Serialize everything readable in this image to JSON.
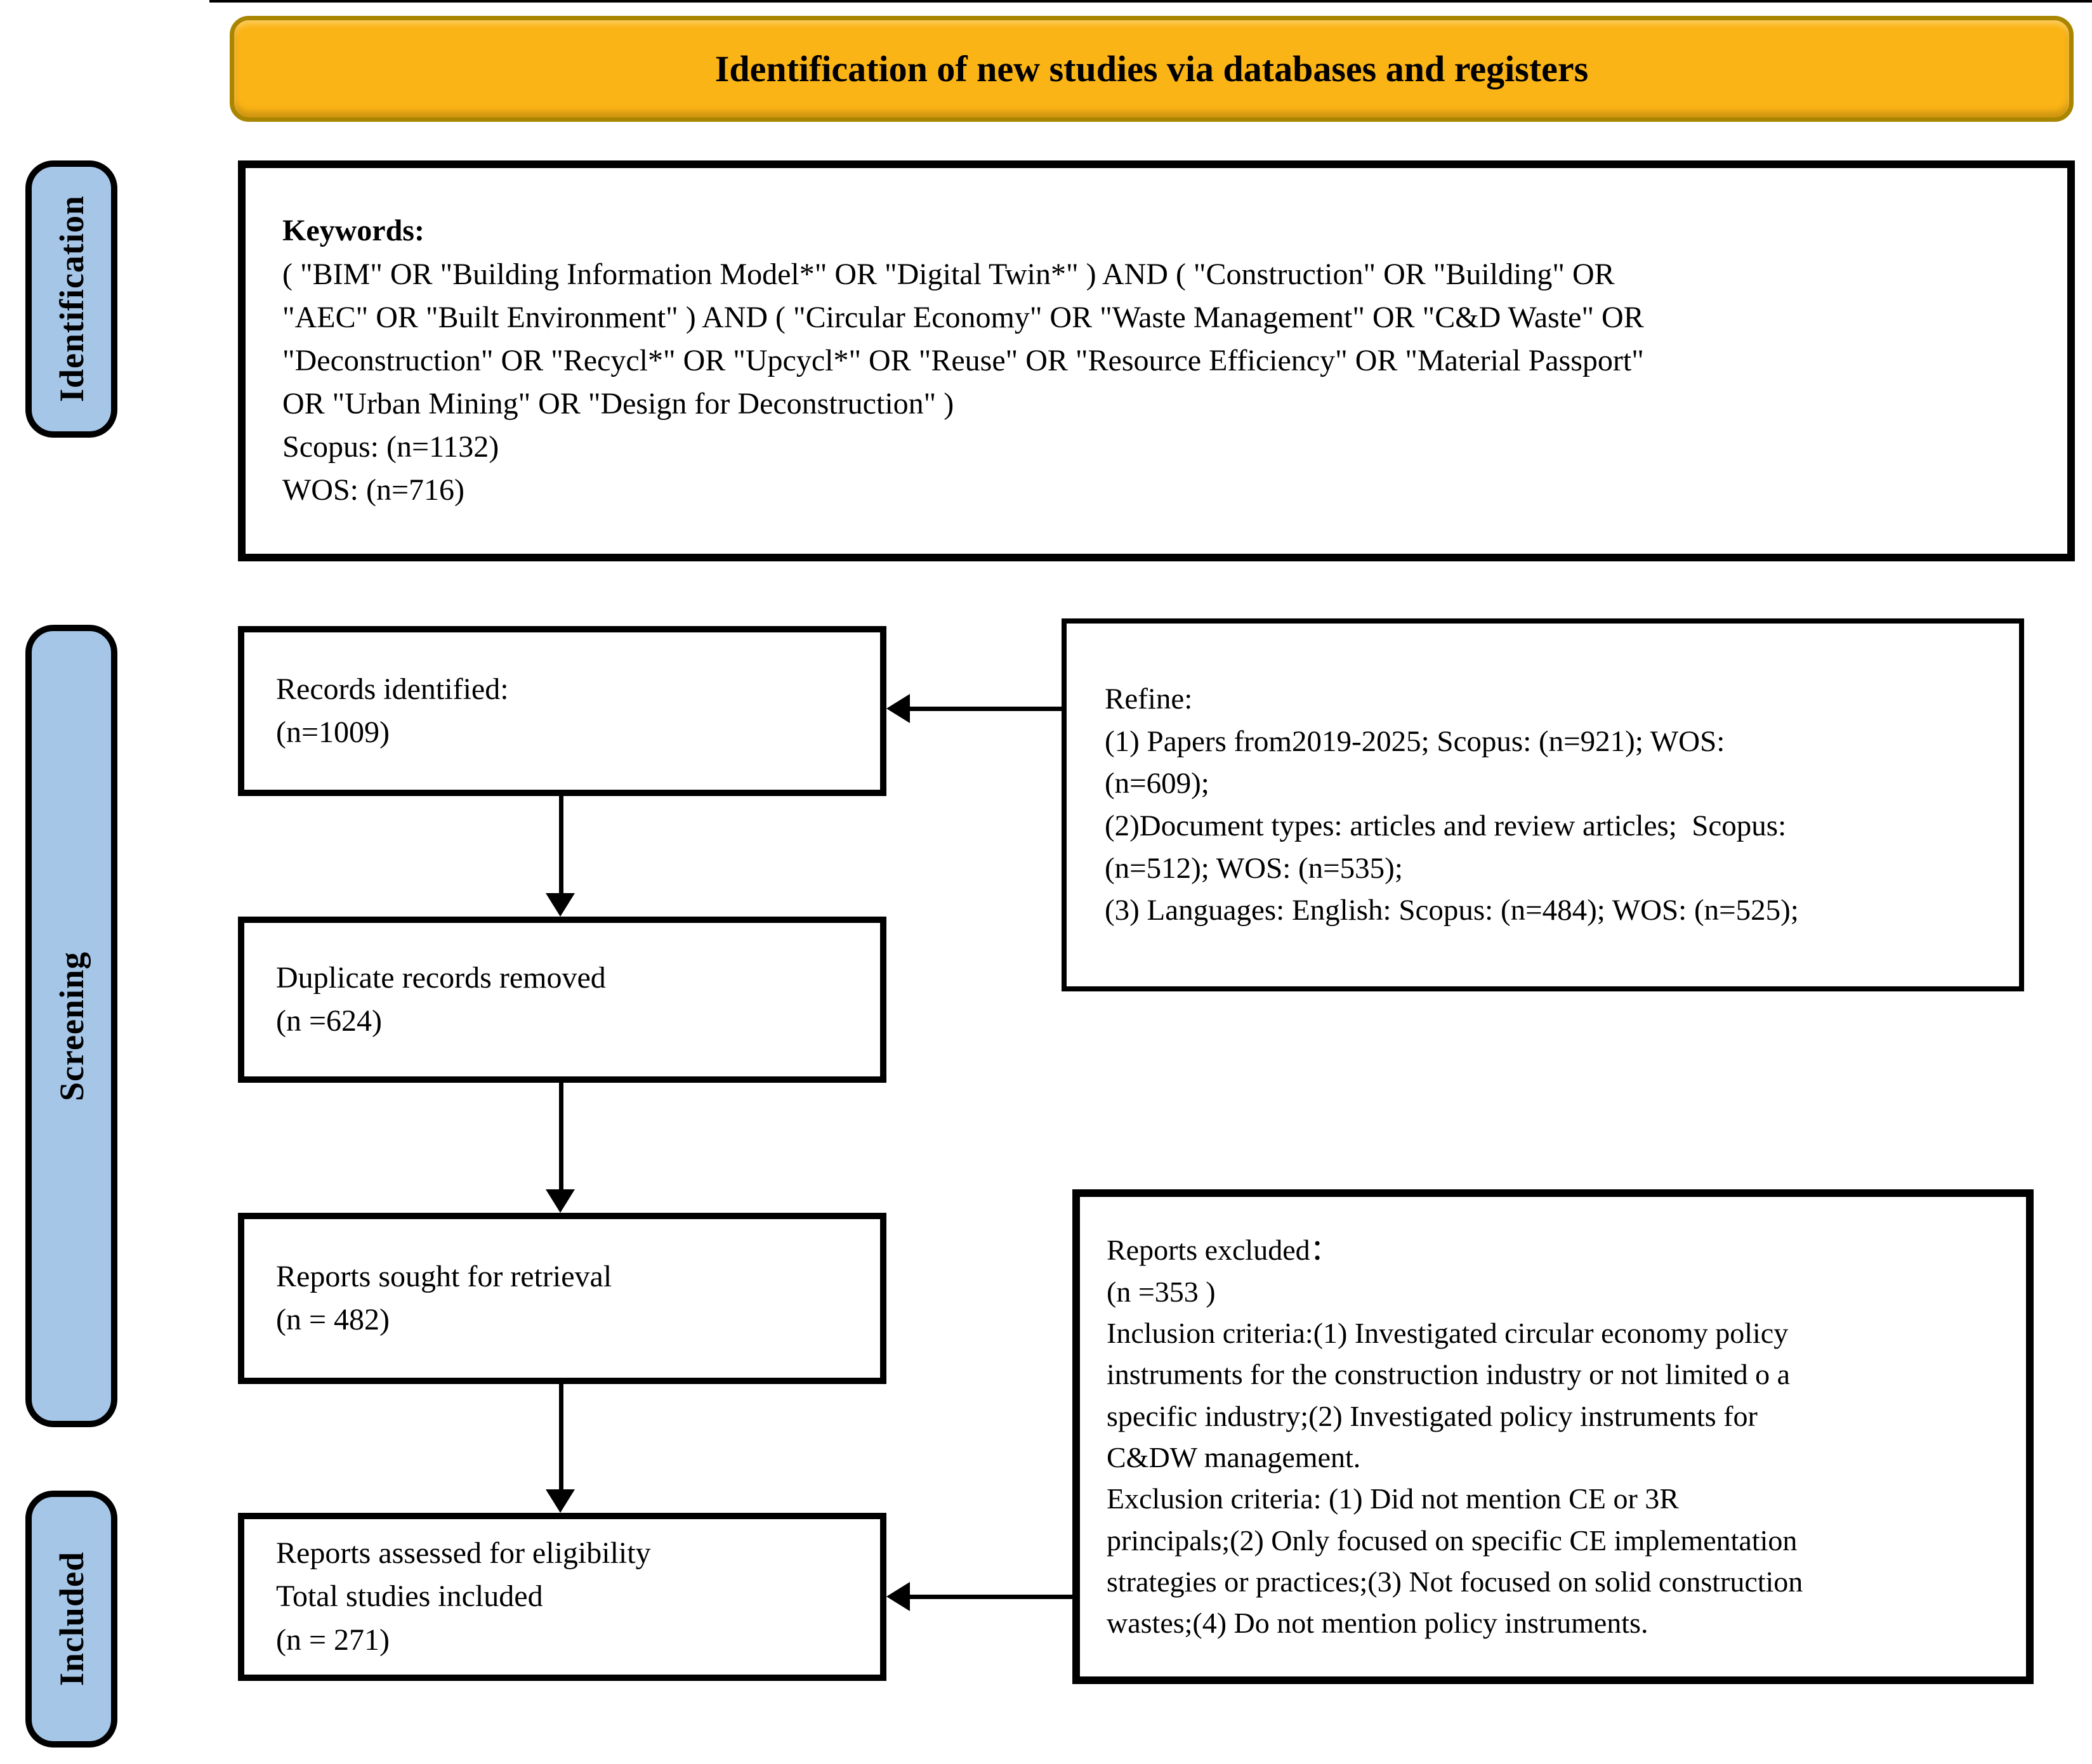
{
  "banner": {
    "title": "Identification of new studies via databases and registers"
  },
  "stages": [
    {
      "label": "Identification"
    },
    {
      "label": "Screening"
    },
    {
      "label": "Included"
    }
  ],
  "boxes": {
    "keywords": {
      "heading": "Keywords:",
      "lines": [
        "( \"BIM\" OR \"Building Information Model*\" OR \"Digital Twin*\" ) AND ( \"Construction\" OR \"Building\" OR",
        "\"AEC\" OR \"Built Environment\" ) AND ( \"Circular Economy\" OR \"Waste Management\" OR \"C&D Waste\" OR",
        "\"Deconstruction\" OR \"Recycl*\" OR \"Upcycl*\" OR \"Reuse\" OR \"Resource Efficiency\" OR \"Material Passport\"",
        "OR \"Urban Mining\" OR \"Design for Deconstruction\" )",
        "Scopus: (n=1132)",
        "WOS: (n=716)"
      ]
    },
    "records": {
      "lines": [
        "Records identified:",
        "(n=1009)"
      ]
    },
    "refine": {
      "lines": [
        "Refine:",
        "(1) Papers from2019-2025; Scopus: (n=921); WOS:",
        "(n=609);",
        "(2)Document types: articles and review articles;  Scopus:",
        "(n=512); WOS: (n=535);",
        "(3) Languages: English: Scopus: (n=484); WOS: (n=525);"
      ]
    },
    "duplicates": {
      "lines": [
        "Duplicate records removed",
        "(n =624)"
      ]
    },
    "sought": {
      "lines": [
        "Reports sought for retrieval",
        "(n = 482)"
      ]
    },
    "assessed": {
      "lines": [
        "Reports assessed for eligibility",
        "Total studies included",
        "(n = 271)"
      ]
    },
    "excluded": {
      "lines": [
        "Reports excluded：",
        "(n =353 )",
        "Inclusion criteria:(1) Investigated circular economy policy",
        "instruments for the construction industry or not limited o a",
        "specific industry;(2) Investigated policy instruments for",
        "C&DW management.",
        "Exclusion criteria: (1) Did not mention CE or 3R",
        "principals;(2) Only focused on specific CE implementation",
        "strategies or practices;(3) Not focused on solid construction",
        "wastes;(4) Do not mention policy instruments."
      ]
    }
  },
  "colors": {
    "banner_bg": "#FBB415",
    "banner_border": "#A98500",
    "stage_bg": "#A6C6E8",
    "stage_border": "#000000",
    "box_bg": "#FFFFFF",
    "box_border": "#000000",
    "arrow": "#000000",
    "text": "#000000"
  }
}
